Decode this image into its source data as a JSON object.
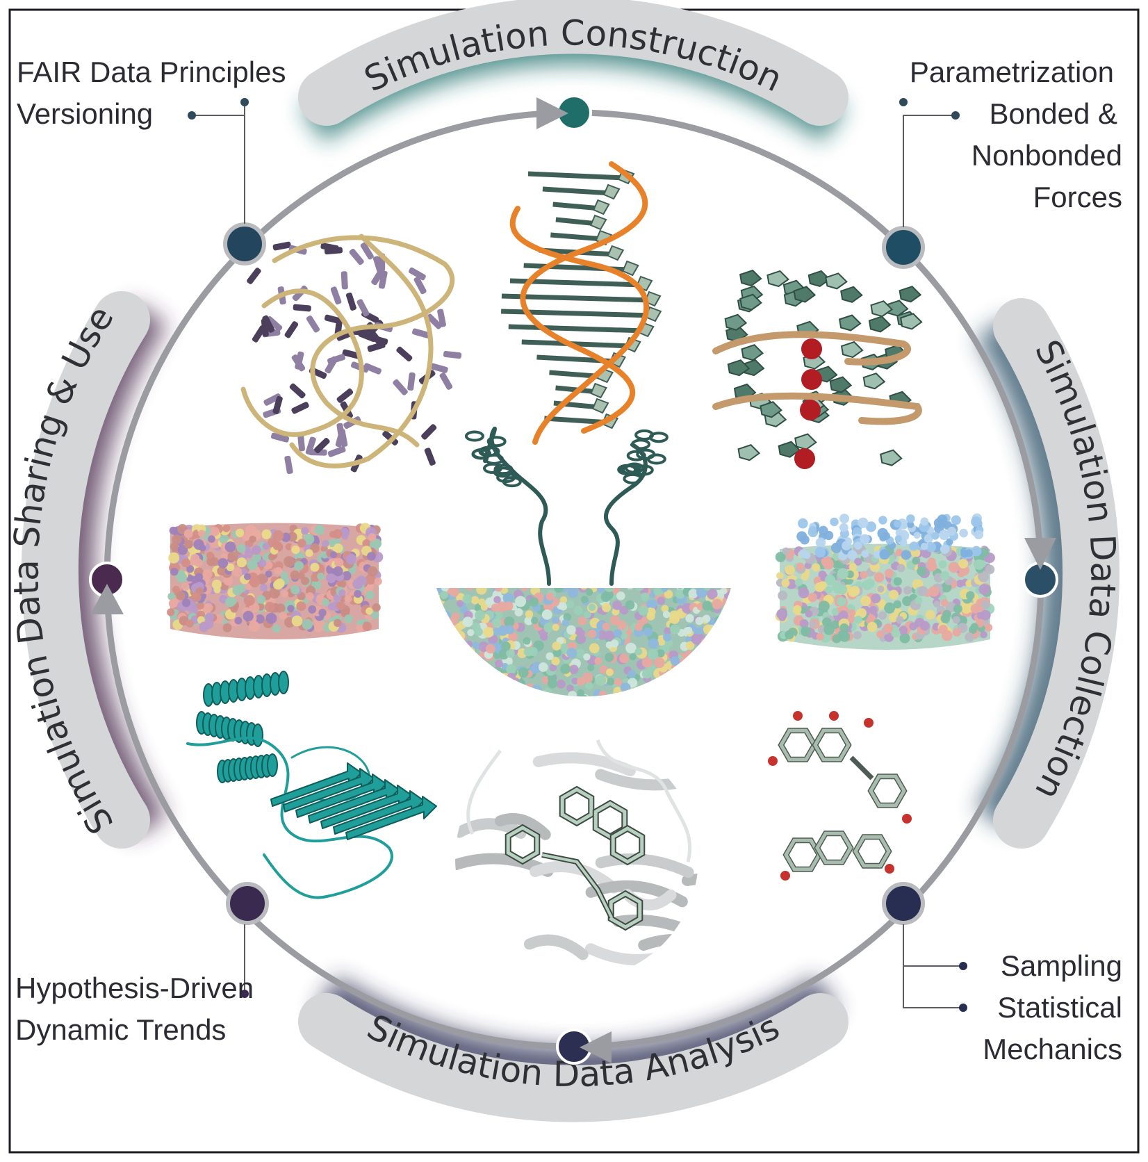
{
  "stages": {
    "construction": {
      "label": "Simulation Construction",
      "color": "#1f6e6a"
    },
    "collection": {
      "label": "Simulation Data Collection",
      "color": "#2a4f66"
    },
    "analysis": {
      "label": "Simulation Data Analysis",
      "color": "#2c2f52"
    },
    "sharing": {
      "label": "Simulation Data Sharing & Use",
      "color": "#4a2a4e"
    }
  },
  "notes": {
    "top_left": [
      "FAIR Data Principles",
      "Versioning"
    ],
    "top_right": [
      "Parametrization",
      "Bonded &",
      "Nonbonded",
      "Forces"
    ],
    "bottom_left": [
      "Hypothesis-Driven",
      "Dynamic Trends"
    ],
    "bottom_right": [
      "Sampling",
      "Statistical",
      "Mechanics"
    ]
  },
  "nodes": [
    {
      "id": "top-left-node",
      "color": "#23465e"
    },
    {
      "id": "top-right-node",
      "color": "#1f4d63"
    },
    {
      "id": "bottom-left-node",
      "color": "#3a2a4f"
    },
    {
      "id": "bottom-right-node",
      "color": "#282e52"
    }
  ],
  "molecules": [
    {
      "id": "rna-junction",
      "icon": "rna-junction-icon",
      "strand_color": "#cdb57a",
      "base_color": "#4b3f5c"
    },
    {
      "id": "dna-double-helix",
      "icon": "dna-helix-icon",
      "strand_color": "#e8822a",
      "base_color": "#3f5e56"
    },
    {
      "id": "g-quadruplex",
      "icon": "g-quadruplex-icon",
      "strand_color": "#c49a6c",
      "ion_color": "#b11d22"
    },
    {
      "id": "lipid-bilayer-left",
      "icon": "lipid-bilayer-icon"
    },
    {
      "id": "membrane-protein-center",
      "icon": "membrane-protein-icon"
    },
    {
      "id": "glycolipid-bilayer-right",
      "icon": "glycolipid-bilayer-icon"
    },
    {
      "id": "protein-cartoon",
      "icon": "protein-cartoon-icon",
      "color": "#1f9e9a"
    },
    {
      "id": "ligand-binding-pocket",
      "icon": "ligand-pocket-icon"
    },
    {
      "id": "small-molecules",
      "icon": "small-molecule-icon"
    }
  ]
}
